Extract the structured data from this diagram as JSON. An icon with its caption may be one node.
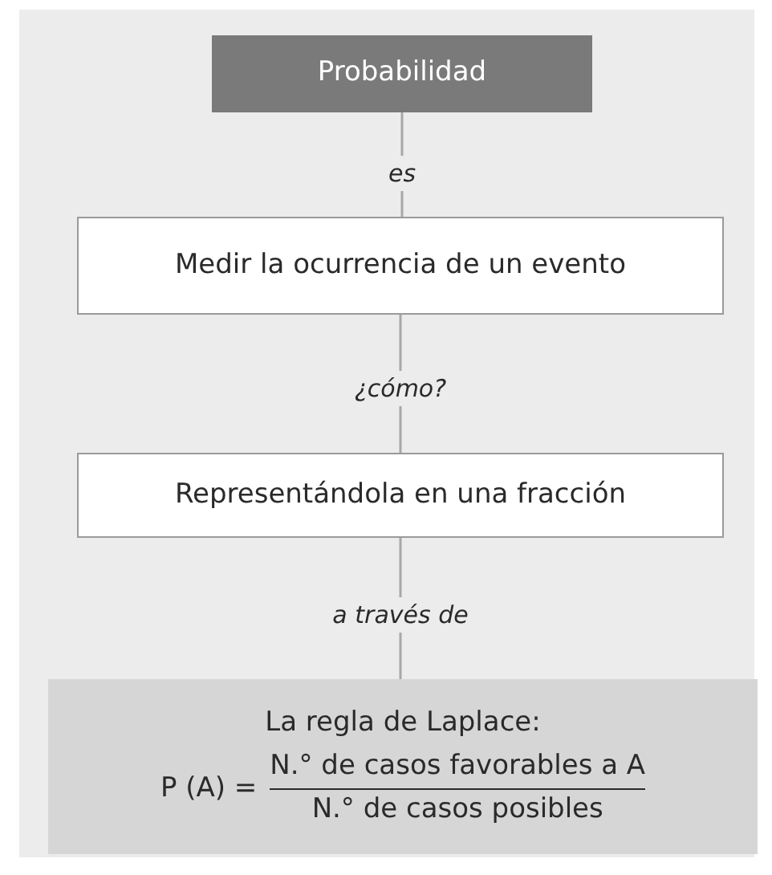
{
  "diagram": {
    "nodes": [
      {
        "text": [
          "Probabilidad"
        ]
      },
      {
        "text": [
          "Medir la ocurrencia de un evento"
        ]
      },
      {
        "text": [
          "Representándola en una fracción"
        ]
      },
      {
        "text": [
          "La regla de Laplace:",
          "P (A) =",
          "N.° de casos favorables a A",
          "N.° de casos posibles"
        ]
      }
    ],
    "edges": [
      {
        "from": 0,
        "to": 1,
        "arrow": "none",
        "label": "es"
      },
      {
        "from": 1,
        "to": 2,
        "arrow": "none",
        "label": "¿cómo?"
      },
      {
        "from": 2,
        "to": 3,
        "arrow": "none",
        "label": "a través de"
      }
    ]
  }
}
